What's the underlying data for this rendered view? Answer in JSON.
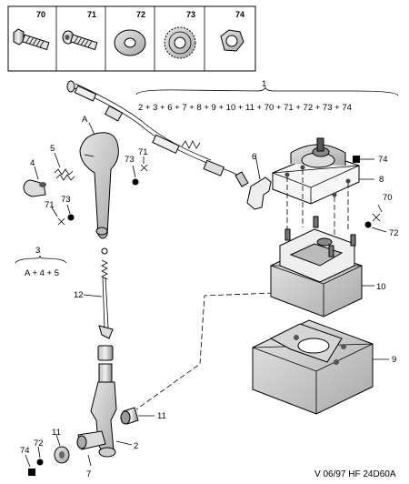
{
  "header_parts": {
    "p70": "70",
    "p71": "71",
    "p72": "72",
    "p73": "73",
    "p74": "74"
  },
  "callouts": {
    "c1": "1",
    "c1_list": "2 + 3 + 6 + 7 + 8 + 9 + 10 + 11 + 70 + 71 + 72 + 73 + 74",
    "cA": "A",
    "c3": "3",
    "c3_list": "A + 4 + 5",
    "c4": "4",
    "c5": "5",
    "c6": "6",
    "c8": "8",
    "c9": "9",
    "c10": "10",
    "c11a": "11",
    "c11b": "11",
    "c12": "12",
    "c2": "2",
    "c7": "7",
    "c70": "70",
    "c71a": "71",
    "c71b": "71",
    "c72a": "72",
    "c72b": "72",
    "c73a": "73",
    "c73b": "73",
    "c74a": "74",
    "c74b": "74"
  },
  "footer": {
    "ref": "V 06/97  HF 24D60A"
  },
  "colors": {
    "line": "#000000",
    "shade": "#c9c9c9",
    "background": "#ffffff"
  }
}
